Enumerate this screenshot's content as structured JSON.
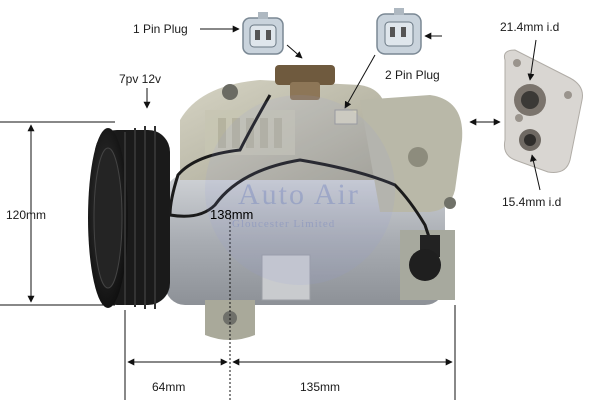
{
  "labels": {
    "one_pin_plug": "1 Pin Plug",
    "two_pin_plug": "2 Pin Plug",
    "pulley": "7pv 12v",
    "height": "120mm",
    "length": "138mm",
    "pulley_offset": "64mm",
    "mount_spacing": "135mm",
    "large_port": "21.4mm i.d",
    "small_port": "15.4mm i.d"
  },
  "watermark": {
    "brand": "Auto Air",
    "location": "Gloucester Limited"
  },
  "colors": {
    "background": "#ffffff",
    "arrow": "#111111",
    "watermark": "#7f8fcf",
    "compressor_body": "#b8bcc2",
    "pulley": "#1c1c1c",
    "connector": "#c9d3dc"
  }
}
